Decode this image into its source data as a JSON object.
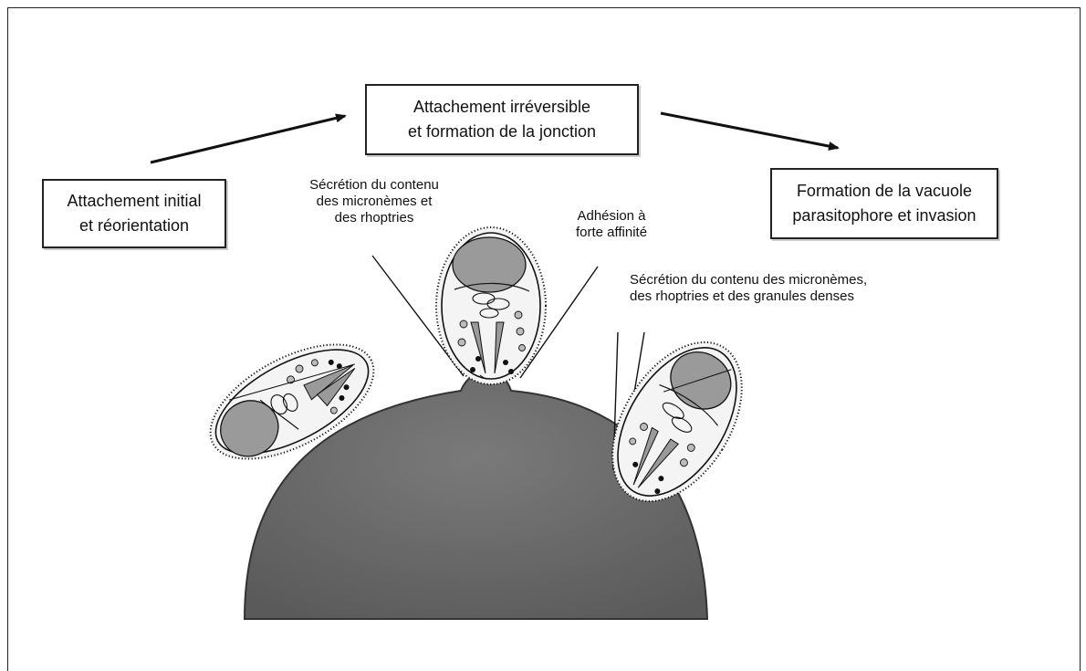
{
  "stages": {
    "initial": {
      "line1": "Attachement initial",
      "line2": "et réorientation"
    },
    "irreversible": {
      "line1": "Attachement irréversible",
      "line2": "et formation de la jonction"
    },
    "vacuole": {
      "line1": "Formation de la vacuole",
      "line2": "parasitophore et invasion"
    }
  },
  "annotations": {
    "secretion_1": {
      "line1": "Sécrétion du contenu",
      "line2": "des micronèmes et",
      "line3": "des rhoptries"
    },
    "adhesion": {
      "line1": "Adhésion à",
      "line2": "forte affinité"
    },
    "secretion_2": {
      "line1": "Sécrétion du contenu des micronèmes,",
      "line2": "des rhoptries et des granules denses"
    }
  },
  "colors": {
    "ink": "#111111",
    "host_cell": "#666666",
    "organelle_grey": "#9a9a9a",
    "parasite_fill": "#f4f4f4"
  }
}
